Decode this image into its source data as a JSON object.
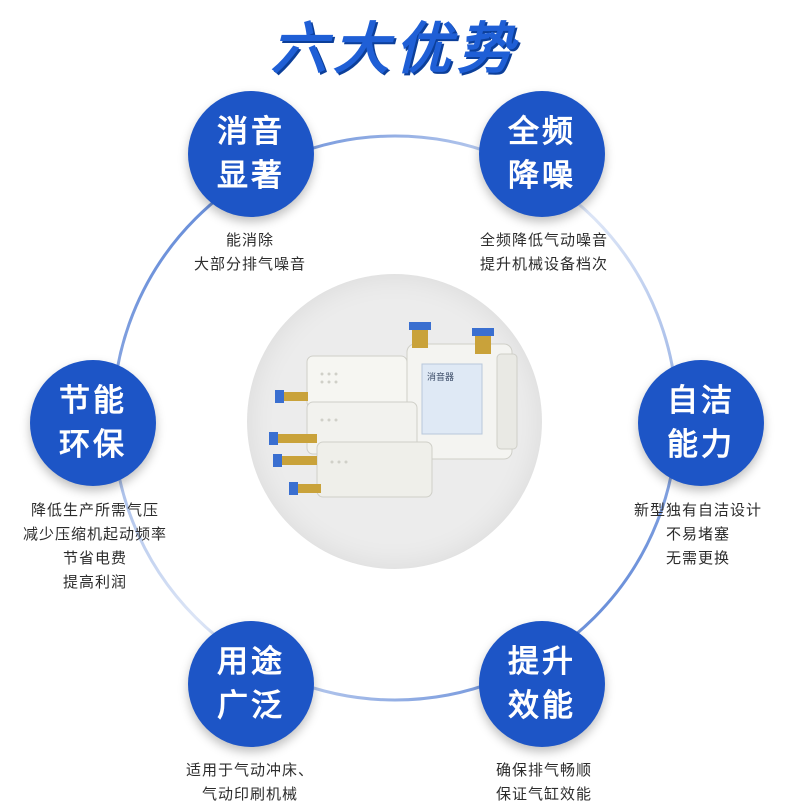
{
  "title": "六大优势",
  "features": [
    {
      "id": "xiaoyin",
      "title_line1": "消音",
      "title_line2": "显著",
      "desc": [
        "能消除",
        "大部分排气噪音"
      ]
    },
    {
      "id": "quanpin",
      "title_line1": "全频",
      "title_line2": "降噪",
      "desc": [
        "全频降低气动噪音",
        "提升机械设备档次"
      ]
    },
    {
      "id": "jieneng",
      "title_line1": "节能",
      "title_line2": "环保",
      "desc": [
        "降低生产所需气压",
        "减少压缩机起动频率",
        "节省电费",
        "提高利润"
      ]
    },
    {
      "id": "zijie",
      "title_line1": "自洁",
      "title_line2": "能力",
      "desc": [
        "新型独有自洁设计",
        "不易堵塞",
        "无需更换"
      ]
    },
    {
      "id": "yongtu",
      "title_line1": "用途",
      "title_line2": "广泛",
      "desc": [
        "适用于气动冲床、",
        "气动印刷机械"
      ]
    },
    {
      "id": "tisheng",
      "title_line1": "提升",
      "title_line2": "效能",
      "desc": [
        "确保排气畅顺",
        "保证气缸效能"
      ]
    }
  ],
  "product": {
    "panel_label": "消音器"
  },
  "colors": {
    "accent": "#1d55c6",
    "ring": "#2a5fc8"
  }
}
